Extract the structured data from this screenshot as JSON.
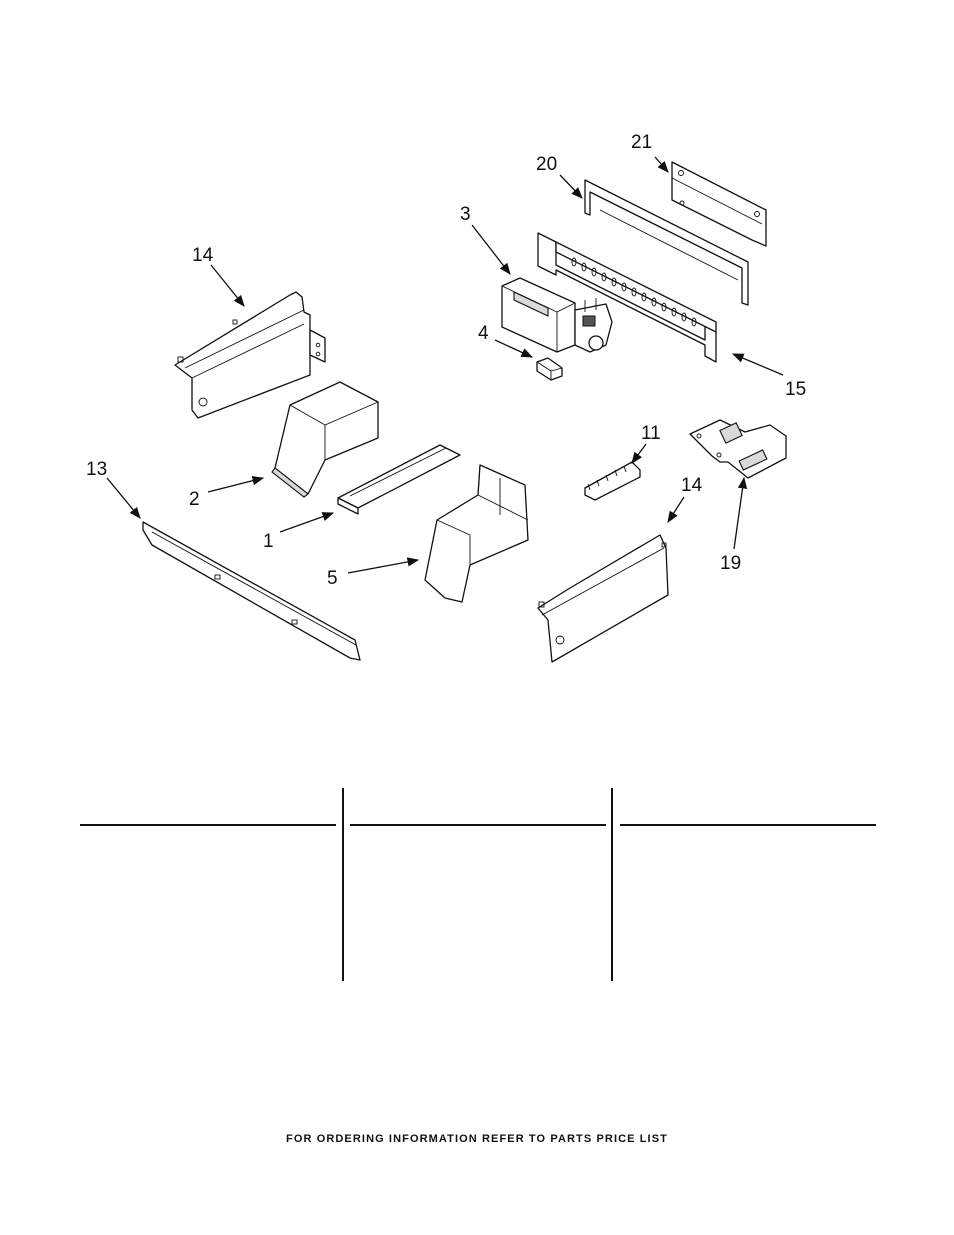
{
  "callouts": {
    "c1": "1",
    "c2": "2",
    "c3": "3",
    "c4": "4",
    "c5": "5",
    "c11": "11",
    "c13": "13",
    "c14a": "14",
    "c14b": "14",
    "c15": "15",
    "c19": "19",
    "c20": "20",
    "c21": "21"
  },
  "footer": {
    "text": "FOR ORDERING INFORMATION REFER TO PARTS PRICE LIST"
  }
}
